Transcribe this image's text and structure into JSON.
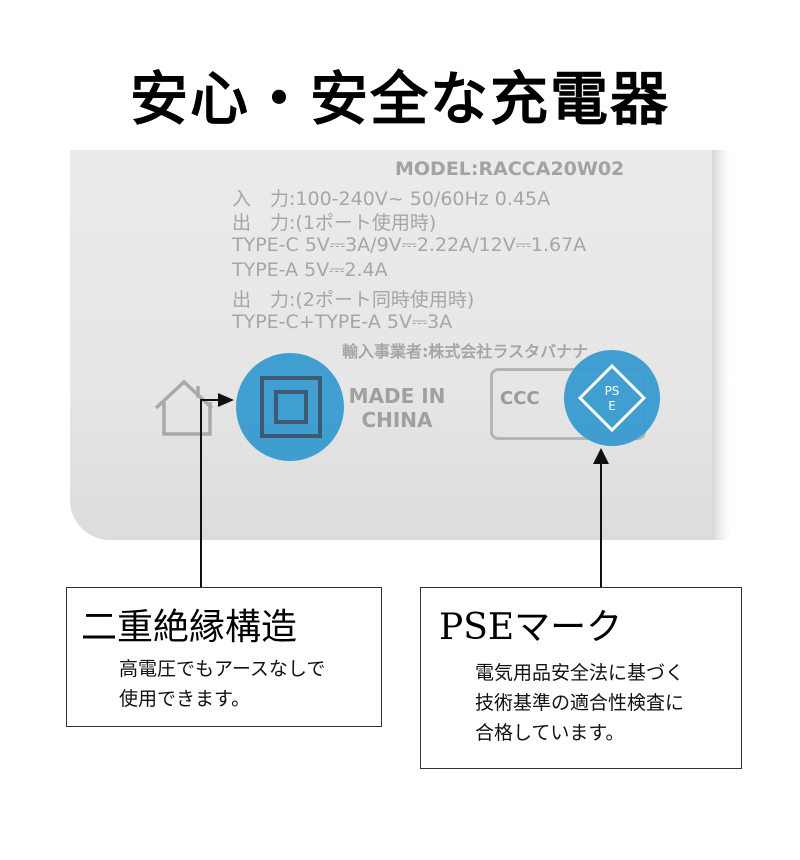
{
  "title": "安心・安全な充電器",
  "device_label": {
    "model": "MODEL:RACCA20W02",
    "spec_lines": [
      "入　力:100-240V~ 50/60Hz 0.45A",
      "出　力:(1ポート使用時)",
      "TYPE-C  5V⎓3A/9V⎓2.22A/12V⎓1.67A",
      "TYPE-A  5V⎓2.4A",
      "出　力:(2ポート同時使用時)",
      "TYPE-C+TYPE-A  5V⎓3A"
    ],
    "importer": "輸入事業者:株式会社ラスタバナナ",
    "made_in": [
      "MADE IN",
      "CHINA"
    ],
    "ccc_mark": "CCC",
    "pse_mark": [
      "PS",
      "E"
    ]
  },
  "callouts": {
    "double_insulation": {
      "title": "二重絶縁構造",
      "body": [
        "高電圧でもアースなしで",
        "使用できます。"
      ]
    },
    "pse": {
      "title": "PSEマーク",
      "body": [
        "電気用品安全法に基づく",
        "技術基準の適合性検査に",
        "合格しています。"
      ]
    }
  },
  "colors": {
    "highlight": "#3a9bd0",
    "label_gray": "#a6a6a6"
  },
  "icons": [
    "house-icon",
    "double-square-icon",
    "pse-diamond-icon"
  ]
}
